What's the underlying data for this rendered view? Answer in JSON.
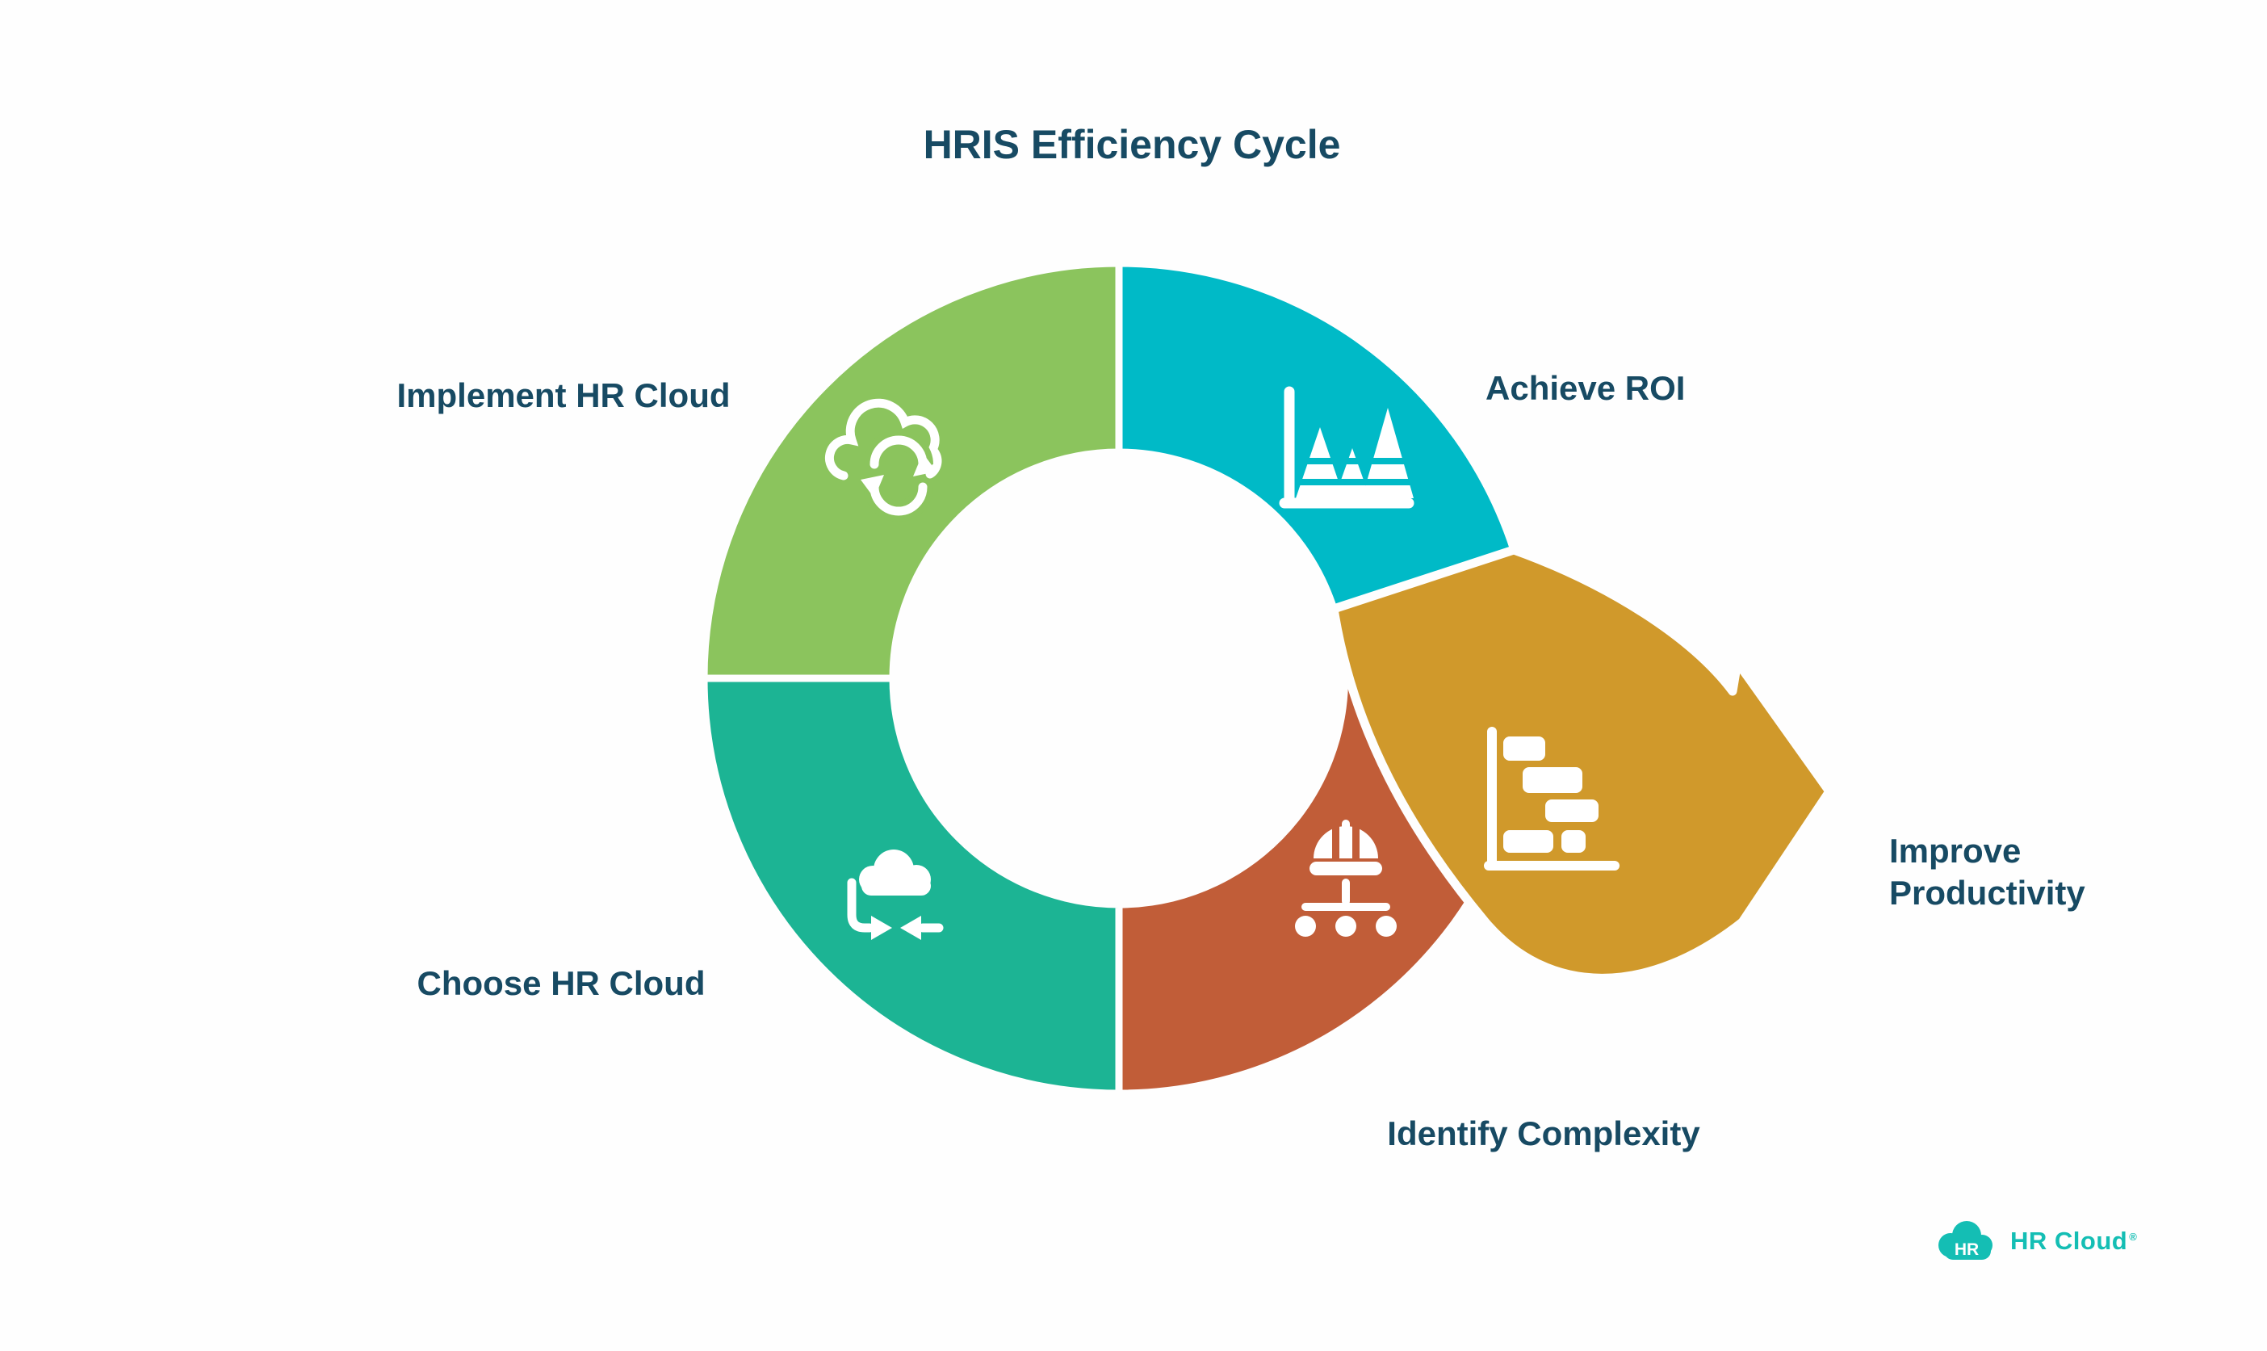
{
  "title": "HRIS Efficiency Cycle",
  "background": "#fefefe",
  "text_color": "#174a63",
  "cycle": {
    "implement": {
      "label": "Implement HR Cloud",
      "color": "#8bc45d",
      "icon": "cloud-sync-icon"
    },
    "achieve": {
      "label": "Achieve ROI",
      "color": "#00bac7",
      "icon": "bar-chart-peaks-icon"
    },
    "identify": {
      "label": "Identify Complexity",
      "color": "#c15d38",
      "icon": "helmet-org-chart-icon"
    },
    "choose": {
      "label": "Choose HR Cloud",
      "color": "#1cb494",
      "icon": "cloud-transfer-icon"
    }
  },
  "outcome": {
    "label": "Improve Productivity",
    "color": "#d0992b",
    "icon": "gantt-chart-icon"
  },
  "logo": {
    "badge": "HR",
    "name": "HR Cloud",
    "mark": "®",
    "color": "#14beb4"
  }
}
